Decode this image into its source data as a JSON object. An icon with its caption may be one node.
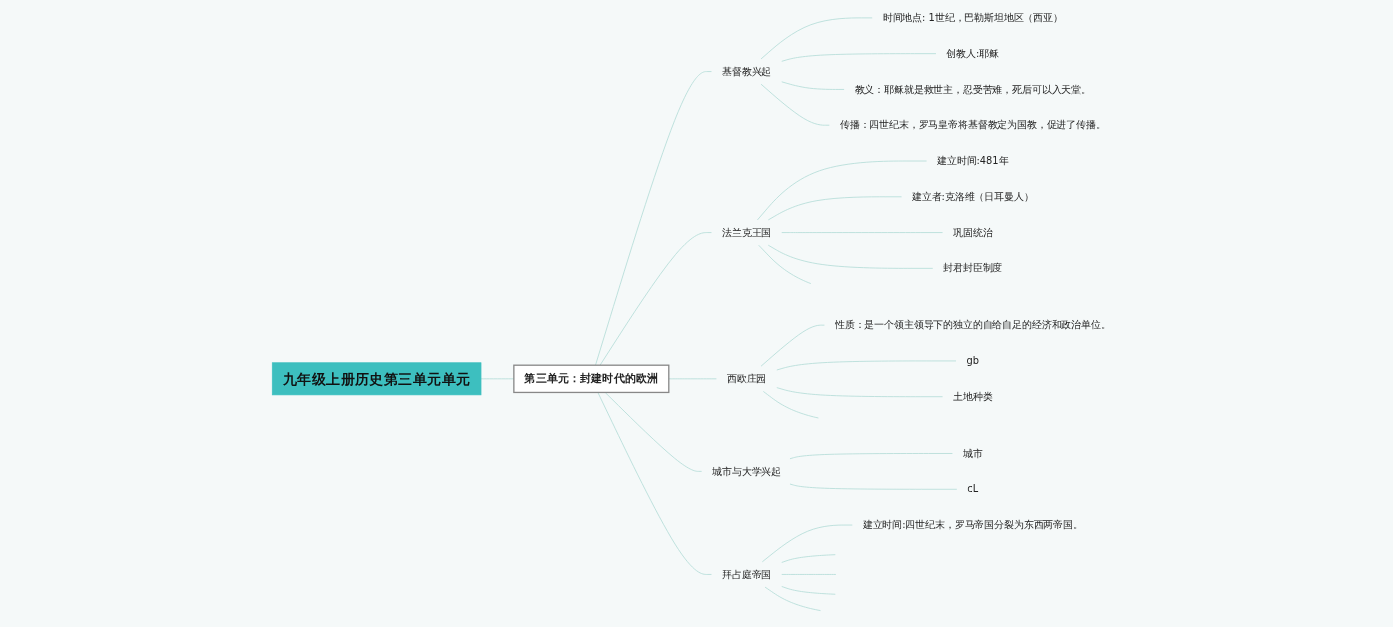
{
  "diagram": {
    "nodes": [
      {
        "text": [
          "九年级上册历史第三单元单元"
        ]
      },
      {
        "text": [
          "第三单元：封建时代的欧洲"
        ]
      },
      {
        "text": [
          "基督教兴起"
        ]
      },
      {
        "text": [
          "时间地点: 1世纪，巴勒斯坦地区（西亚）"
        ]
      },
      {
        "text": [
          "创教人:耶稣"
        ]
      },
      {
        "text": [
          "教义：耶稣就是救世主，忍受苦难，死后可以入天堂。"
        ]
      },
      {
        "text": [
          "传播：四世纪末，罗马皇帝将基督教定为国教，促进了传播。"
        ]
      },
      {
        "text": [
          "法兰克王国"
        ]
      },
      {
        "text": [
          "建立时间:481年"
        ]
      },
      {
        "text": [
          "建立者:克洛维（日耳曼人）"
        ]
      },
      {
        "text": [
          "巩固统治"
        ]
      },
      {
        "text": [
          "封君封臣制度"
        ]
      },
      {
        "text": [
          "西欧庄园"
        ]
      },
      {
        "text": [
          "性质：是一个领主领导下的独立的自给自足的经济和政治单位。"
        ]
      },
      {
        "text": [
          "gb"
        ]
      },
      {
        "text": [
          "土地种类"
        ]
      },
      {
        "text": [
          "城市与大学兴起"
        ]
      },
      {
        "text": [
          "城市"
        ]
      },
      {
        "text": [
          "cL"
        ]
      },
      {
        "text": [
          "拜占庭帝国"
        ]
      },
      {
        "text": [
          "建立时间:四世纪末，罗马帝国分裂为东西两帝国。"
        ]
      }
    ],
    "edges": [
      {
        "from": 0,
        "to": 1,
        "arrow": "none"
      },
      {
        "from": 1,
        "to": 2,
        "arrow": "none"
      },
      {
        "from": 2,
        "to": 3,
        "arrow": "none"
      },
      {
        "from": 2,
        "to": 4,
        "arrow": "none"
      },
      {
        "from": 2,
        "to": 5,
        "arrow": "none"
      },
      {
        "from": 2,
        "to": 6,
        "arrow": "none"
      },
      {
        "from": 1,
        "to": 7,
        "arrow": "none"
      },
      {
        "from": 7,
        "to": 8,
        "arrow": "none"
      },
      {
        "from": 7,
        "to": 9,
        "arrow": "none"
      },
      {
        "from": 7,
        "to": 10,
        "arrow": "none"
      },
      {
        "from": 7,
        "to": 11,
        "arrow": "none"
      },
      {
        "from": 7,
        "to": null,
        "arrow": "none"
      },
      {
        "from": 1,
        "to": 12,
        "arrow": "none"
      },
      {
        "from": 12,
        "to": 13,
        "arrow": "none"
      },
      {
        "from": 12,
        "to": 14,
        "arrow": "none"
      },
      {
        "from": 12,
        "to": 15,
        "arrow": "none"
      },
      {
        "from": 12,
        "to": null,
        "arrow": "none"
      },
      {
        "from": 1,
        "to": 16,
        "arrow": "none"
      },
      {
        "from": 16,
        "to": 17,
        "arrow": "none"
      },
      {
        "from": 16,
        "to": 18,
        "arrow": "none"
      },
      {
        "from": 1,
        "to": 19,
        "arrow": "none"
      },
      {
        "from": 19,
        "to": 20,
        "arrow": "none"
      },
      {
        "from": 19,
        "to": null,
        "arrow": "none"
      },
      {
        "from": 19,
        "to": null,
        "arrow": "none"
      },
      {
        "from": 19,
        "to": null,
        "arrow": "none"
      },
      {
        "from": 19,
        "to": null,
        "arrow": "none"
      }
    ]
  }
}
